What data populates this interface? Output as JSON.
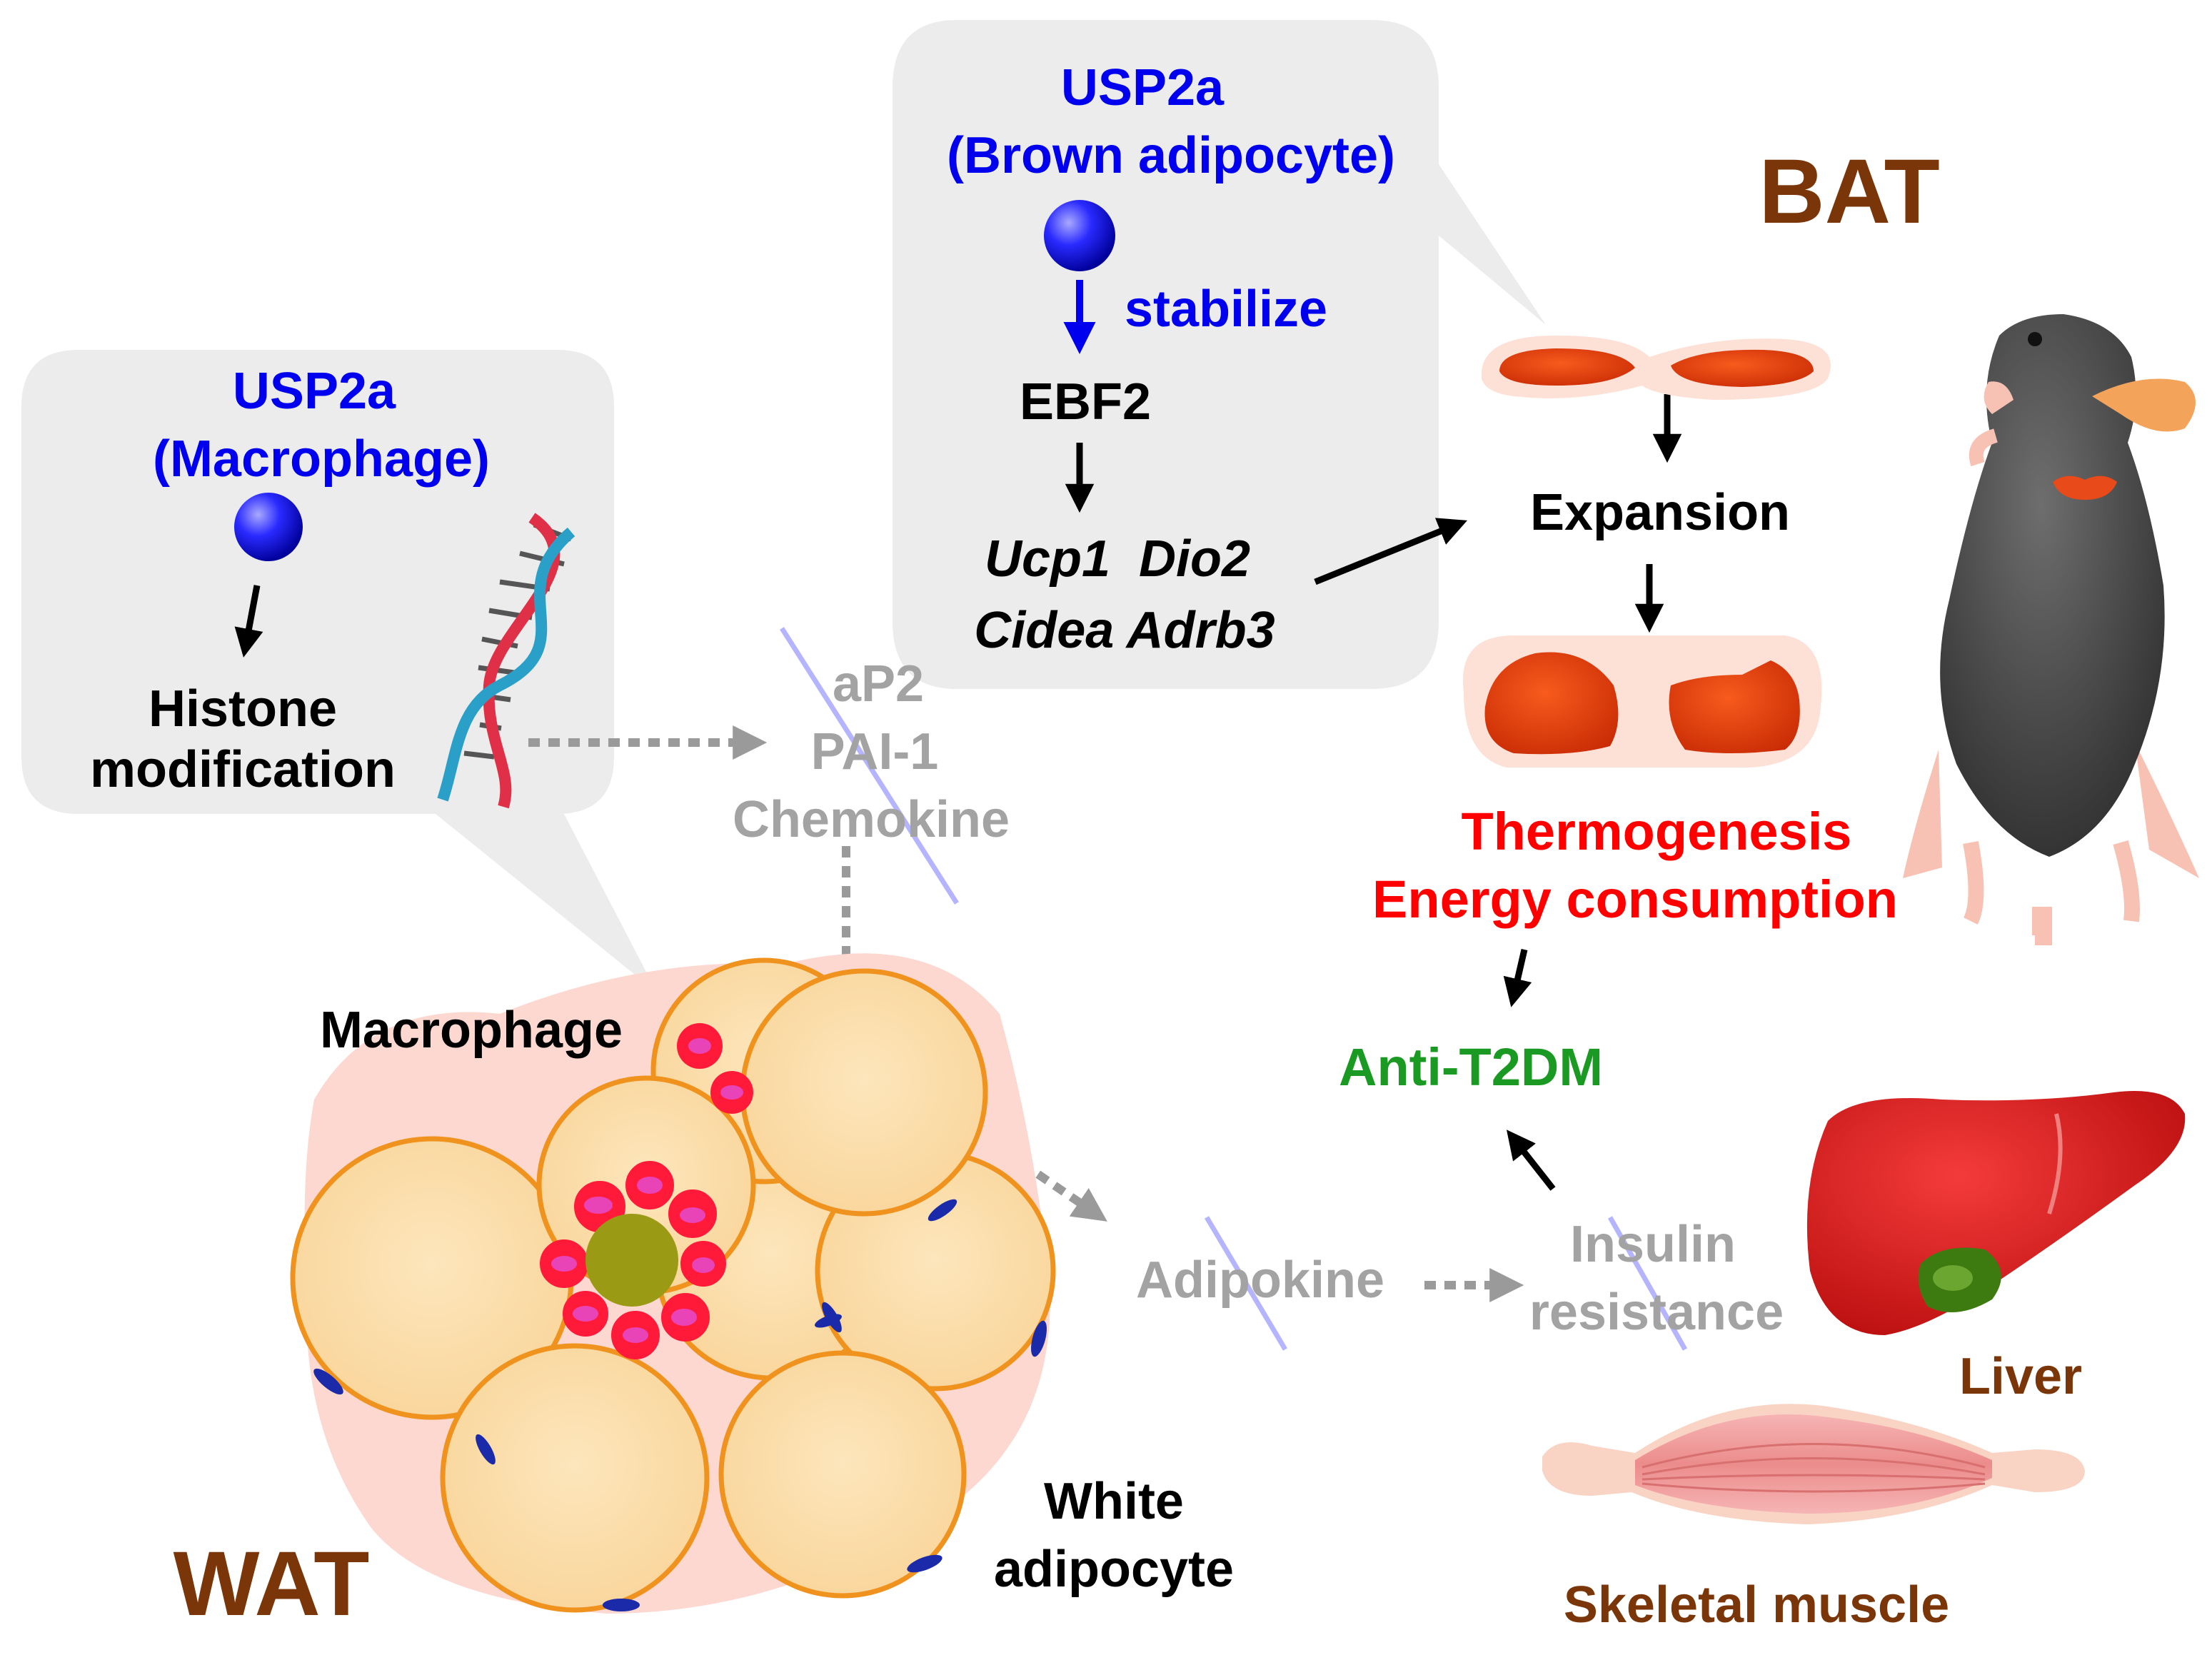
{
  "labels": {
    "mac_title": "USP2a",
    "mac_sub": "(Macrophage)",
    "histone_1": "Histone",
    "histone_2": "modification",
    "bat_title": "USP2a",
    "bat_sub": "(Brown adipocyte)",
    "stabilize": "stabilize",
    "ebf2": "EBF2",
    "genes_1": "Ucp1  Dio2",
    "genes_2": "Cidea Adrb3",
    "bat": "BAT",
    "expansion": "Expansion",
    "thermo": "Thermogenesis",
    "energy": "Energy consumption",
    "anti": "Anti-T2DM",
    "ap2": "aP2",
    "pai": "PAI-1",
    "chemokine": "Chemokine",
    "macrophage": "Macrophage",
    "adipokine": "Adipokine",
    "insulin_1": "Insulin",
    "insulin_2": "resistance",
    "liver": "Liver",
    "white_1": "White",
    "white_2": "adipocyte",
    "wat": "WAT",
    "muscle": "Skeletal muscle"
  },
  "colors": {
    "usp2a_blue": "#0000ee",
    "inactive_gray": "#a3a3a3",
    "thermo_red": "#ff0000",
    "anti_green": "#1a9a22",
    "tissue_brown": "#7a3608",
    "callout_gray": "#ececec"
  },
  "icons": [
    "usp2a-sphere-icon",
    "dna-helix-icon",
    "brown-fat-pad-icon",
    "mouse-icon",
    "liver-icon",
    "muscle-icon",
    "adipocyte-cluster-icon",
    "macrophage-icon"
  ]
}
